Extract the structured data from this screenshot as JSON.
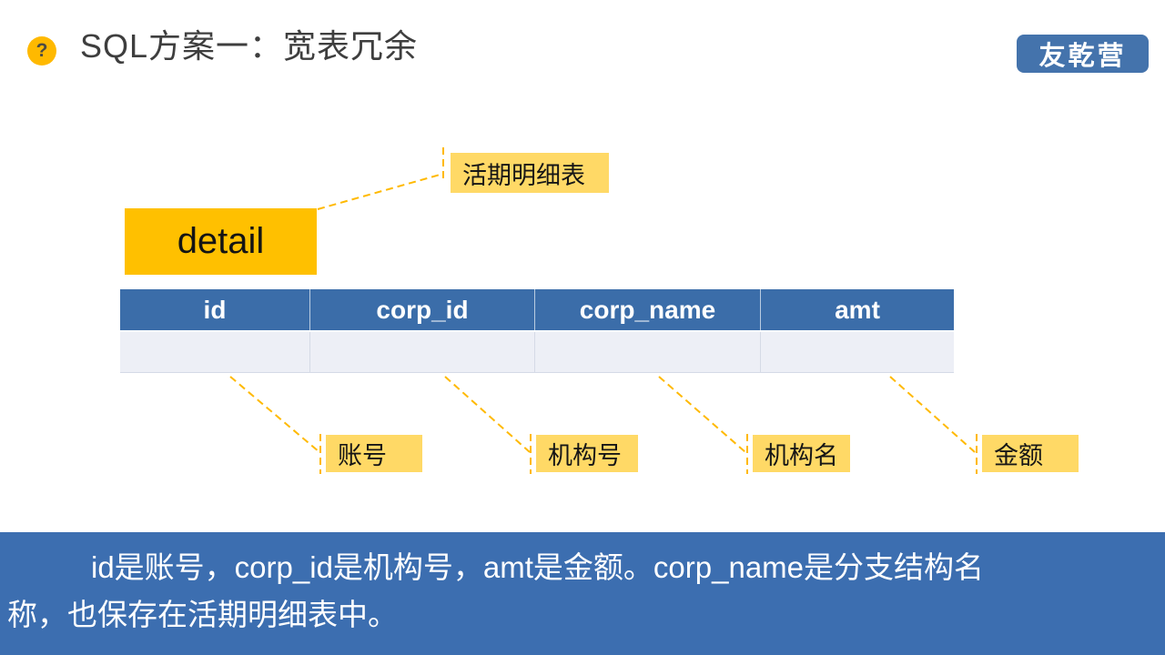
{
  "slide": {
    "title": "SQL方案一：宽表冗余",
    "help_icon_glyph": "?",
    "badge": "友乾营"
  },
  "erd": {
    "table_title": "detail",
    "table_title_callout": "活期明细表",
    "columns": [
      {
        "name": "id",
        "callout": "账号"
      },
      {
        "name": "corp_id",
        "callout": "机构号"
      },
      {
        "name": "corp_name",
        "callout": "机构名"
      },
      {
        "name": "amt",
        "callout": "金额"
      }
    ]
  },
  "footer": {
    "note": "id是账号，corp_id是机构号，amt是金额。corp_name是分支结构名称，也保存在活期明细表中。"
  },
  "colors": {
    "accent_yellow": "#FFC000",
    "light_yellow": "#FFD966",
    "dashed_line_yellow": "#FFB900",
    "table_header_blue": "#3B6DA9",
    "banner_blue": "#3C6EB0",
    "badge_blue": "#4473AC",
    "row_fill": "#EDEFF6",
    "title_gray": "#3E3E3E"
  }
}
